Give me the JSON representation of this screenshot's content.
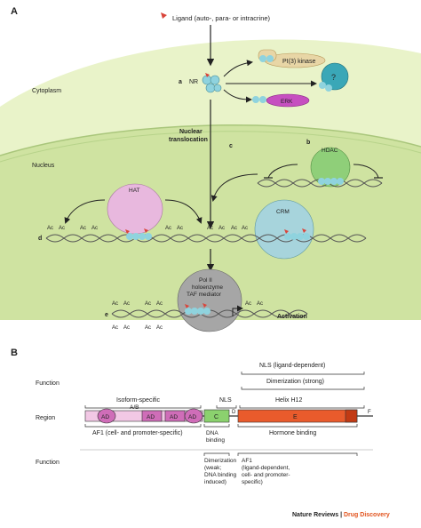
{
  "panelA": {
    "label": "A",
    "ligand": "Ligand (auto-, para- or intracrine)",
    "cytoplasm": "Cytoplasm",
    "nucleus": "Nucleus",
    "step_a": "a",
    "nr": "NR",
    "pi3k": "PI(3) kinase",
    "unknown": "?",
    "erk": "ERK",
    "nuclear_translocation_1": "Nuclear",
    "nuclear_translocation_2": "translocation",
    "step_b": "b",
    "step_c": "c",
    "hdac": "HDAC",
    "hat": "HAT",
    "crm": "CRM",
    "step_d": "d",
    "step_e": "e",
    "ac": "Ac",
    "pol_1": "Pol II",
    "pol_2": "holoenzyme",
    "pol_3": "TAF mediator",
    "activation": "Activation"
  },
  "panelB": {
    "label": "B",
    "function_top": "Function",
    "nls_ligand": "NLS (ligand-dependent)",
    "dimerization_strong": "Dimerization (strong)",
    "isoform_specific": "Isoform-specific",
    "nls": "NLS",
    "helix_h12": "Helix H12",
    "region": "Region",
    "ab": "A/B",
    "ad": "AD",
    "c": "C",
    "d": "D",
    "e": "E",
    "f": "F",
    "af1": "AF1 (cell- and promoter-specific)",
    "dna_binding_1": "DNA",
    "dna_binding_2": "binding",
    "hormone_binding": "Hormone binding",
    "function_bottom": "Function",
    "dim_weak_1": "Dimerization",
    "dim_weak_2": "(weak;",
    "dim_weak_3": "DNA binding",
    "dim_weak_4": "induced)",
    "af1b_1": "AF1",
    "af1b_2": "(ligand-dependent,",
    "af1b_3": "cell- and promoter-",
    "af1b_4": "specific)"
  },
  "footer": {
    "journal": "Nature Reviews",
    "separator": " | ",
    "section": "Drug Discovery"
  },
  "colors": {
    "cytoplasm": "#e9f3c9",
    "nucleus": "#cfe3a1",
    "pi3k": "#e8d6a6",
    "unknown": "#3aa7b7",
    "erk": "#c64fc0",
    "hdac": "#8fcf79",
    "hat": "#e8b8de",
    "crm": "#a7d4dc",
    "pol": "#a6a6a6",
    "receptor": "#8fd3de",
    "ligand": "#d9453b",
    "region_c": "#8bd16e",
    "region_e": "#e95b2c",
    "region_ad": "#cf6db8",
    "footer_accent": "#e2531d"
  }
}
